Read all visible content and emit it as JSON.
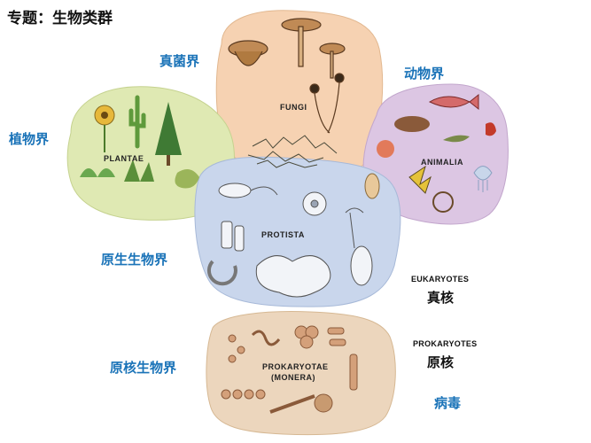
{
  "title": "专题：生物类群",
  "kingdom_labels": {
    "fungi_cn": "真菌界",
    "animalia_cn": "动物界",
    "plantae_cn": "植物界",
    "protista_cn": "原生生物界",
    "monera_cn": "原核生物界"
  },
  "blobs": {
    "fungi": "FUNGI",
    "plantae": "PLANTAE",
    "animalia": "ANIMALIA",
    "protista": "PROTISTA",
    "monera_line1": "PROKARYOTAE",
    "monera_line2": "(MONERA)"
  },
  "side": {
    "eukaryotes_en": "EUKARYOTES",
    "eukaryotes_cn": "真核",
    "prokaryotes_en": "PROKARYOTES",
    "prokaryotes_cn": "原核",
    "virus_cn": "病毒"
  },
  "colors": {
    "fungi": "#f6d2b2",
    "plantae": "#dfe9b3",
    "animalia": "#dcc6e3",
    "protista": "#c9d6ec",
    "monera": "#ecd6bd",
    "label_blue": "#1a73b8"
  }
}
